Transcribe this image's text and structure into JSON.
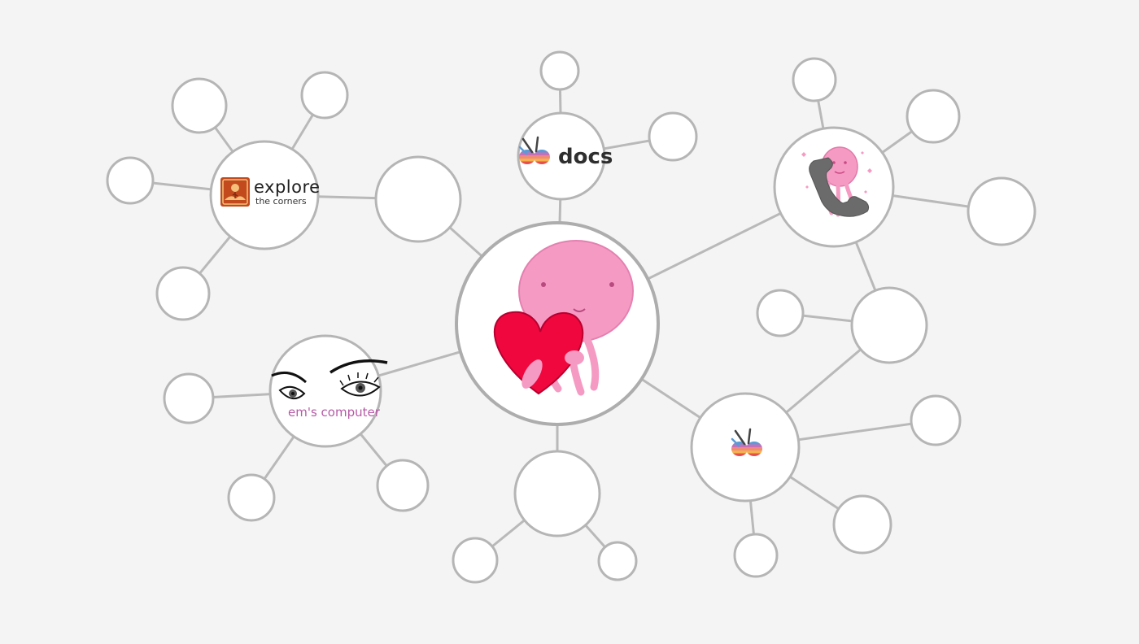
{
  "labels": {
    "docs": "docs",
    "explore_word": "explore",
    "explore_sub": "the corners",
    "em": "em's computer"
  },
  "colors": {
    "background": "#f4f4f4",
    "node_stroke": "#b5b5b5",
    "edge": "#b9b9b9",
    "pink_character": "#f59bc3",
    "heart_red": "#f0073d",
    "em_text": "#b65aa6",
    "explore_tile": "#c24a1d"
  },
  "icons": {
    "center": "pink-character-holding-heart-icon",
    "phone": "pink-character-with-phone-icon",
    "docs_logo": "striped-butterfly-logo-icon",
    "explore_logo": "orange-desert-tile-icon",
    "em_logo": "eyes-icon",
    "small_logo": "striped-butterfly-logo-icon"
  }
}
